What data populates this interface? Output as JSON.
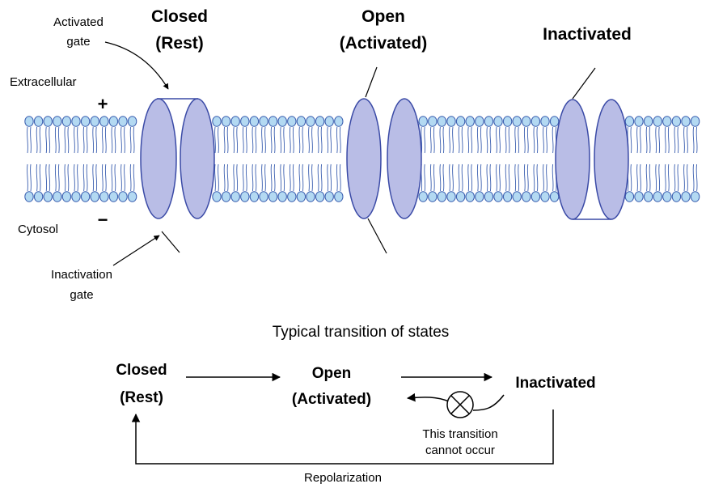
{
  "colors": {
    "lipid_head_fill": "#b3d9f2",
    "lipid_head_stroke": "#3b5fb0",
    "channel_fill": "#b9bde6",
    "channel_stroke": "#3a4aa6",
    "line": "#000000"
  },
  "labels": {
    "closed_title": [
      "Closed",
      "(Rest)"
    ],
    "open_title": [
      "Open",
      "(Activated)"
    ],
    "inactivated_title": "Inactivated",
    "activated_gate": [
      "Activated",
      "gate"
    ],
    "inactivation_gate": [
      "Inactivation",
      "gate"
    ],
    "extracellular": "Extracellular",
    "cytosol": "Cytosol",
    "plus_sign": "+",
    "minus_sign": "−"
  },
  "transitions": {
    "title": "Typical transition of states",
    "closed": [
      "Closed",
      "(Rest)"
    ],
    "open": [
      "Open",
      "(Activated)"
    ],
    "inactivated": "Inactivated",
    "forbidden_note": [
      "This transition",
      "cannot occur"
    ],
    "repolarization": "Repolarization",
    "forbidden_icon": "circled-x-icon"
  }
}
